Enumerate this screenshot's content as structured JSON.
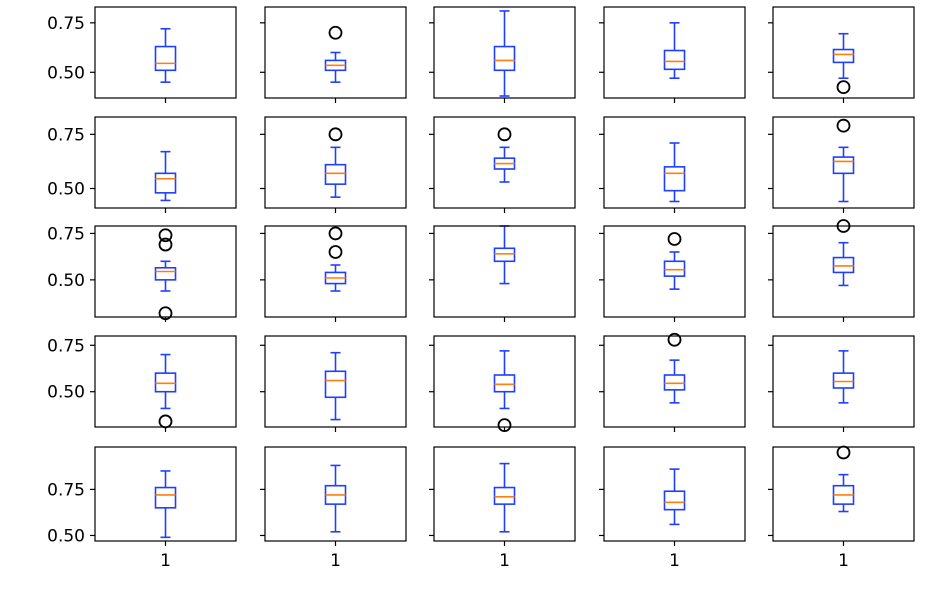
{
  "chart_data": {
    "type": "box",
    "layout": {
      "rows": 5,
      "cols": 5
    },
    "x_tick_label": "1",
    "y_tick_labels": [
      "0.50",
      "0.75"
    ],
    "colors": {
      "box": "#1f3fff",
      "median": "#ff7f0e",
      "outlier": "#000000",
      "frame": "#000000",
      "background": "#ffffff"
    },
    "subplots": [
      {
        "row": 1,
        "col": 1,
        "ylim": [
          0.37,
          0.83
        ],
        "whislo": 0.45,
        "q1": 0.51,
        "med": 0.545,
        "q3": 0.63,
        "whishi": 0.72,
        "fliers": []
      },
      {
        "row": 1,
        "col": 2,
        "ylim": [
          0.37,
          0.83
        ],
        "whislo": 0.45,
        "q1": 0.51,
        "med": 0.535,
        "q3": 0.56,
        "whishi": 0.6,
        "fliers": [
          0.7
        ]
      },
      {
        "row": 1,
        "col": 3,
        "ylim": [
          0.37,
          0.83
        ],
        "whislo": 0.38,
        "q1": 0.51,
        "med": 0.56,
        "q3": 0.63,
        "whishi": 0.81,
        "fliers": []
      },
      {
        "row": 1,
        "col": 4,
        "ylim": [
          0.37,
          0.83
        ],
        "whislo": 0.47,
        "q1": 0.515,
        "med": 0.555,
        "q3": 0.61,
        "whishi": 0.75,
        "fliers": []
      },
      {
        "row": 1,
        "col": 5,
        "ylim": [
          0.37,
          0.83
        ],
        "whislo": 0.47,
        "q1": 0.55,
        "med": 0.59,
        "q3": 0.615,
        "whishi": 0.695,
        "fliers": [
          0.425
        ]
      },
      {
        "row": 2,
        "col": 1,
        "ylim": [
          0.41,
          0.83
        ],
        "whislo": 0.445,
        "q1": 0.48,
        "med": 0.545,
        "q3": 0.57,
        "whishi": 0.67,
        "fliers": []
      },
      {
        "row": 2,
        "col": 2,
        "ylim": [
          0.41,
          0.83
        ],
        "whislo": 0.46,
        "q1": 0.52,
        "med": 0.57,
        "q3": 0.61,
        "whishi": 0.69,
        "fliers": [
          0.75
        ]
      },
      {
        "row": 2,
        "col": 3,
        "ylim": [
          0.41,
          0.83
        ],
        "whislo": 0.53,
        "q1": 0.59,
        "med": 0.615,
        "q3": 0.64,
        "whishi": 0.69,
        "fliers": [
          0.75
        ]
      },
      {
        "row": 2,
        "col": 4,
        "ylim": [
          0.41,
          0.83
        ],
        "whislo": 0.44,
        "q1": 0.49,
        "med": 0.57,
        "q3": 0.6,
        "whishi": 0.71,
        "fliers": []
      },
      {
        "row": 2,
        "col": 5,
        "ylim": [
          0.41,
          0.83
        ],
        "whislo": 0.44,
        "q1": 0.57,
        "med": 0.625,
        "q3": 0.645,
        "whishi": 0.69,
        "fliers": [
          0.79
        ]
      },
      {
        "row": 3,
        "col": 1,
        "ylim": [
          0.3,
          0.79
        ],
        "whislo": 0.44,
        "q1": 0.5,
        "med": 0.545,
        "q3": 0.565,
        "whishi": 0.6,
        "fliers": [
          0.32,
          0.69,
          0.74
        ]
      },
      {
        "row": 3,
        "col": 2,
        "ylim": [
          0.3,
          0.79
        ],
        "whislo": 0.44,
        "q1": 0.48,
        "med": 0.51,
        "q3": 0.54,
        "whishi": 0.58,
        "fliers": [
          0.65,
          0.75
        ]
      },
      {
        "row": 3,
        "col": 3,
        "ylim": [
          0.3,
          0.79
        ],
        "whislo": 0.48,
        "q1": 0.6,
        "med": 0.64,
        "q3": 0.67,
        "whishi": 0.79,
        "fliers": []
      },
      {
        "row": 3,
        "col": 4,
        "ylim": [
          0.3,
          0.79
        ],
        "whislo": 0.45,
        "q1": 0.52,
        "med": 0.555,
        "q3": 0.6,
        "whishi": 0.65,
        "fliers": [
          0.72
        ]
      },
      {
        "row": 3,
        "col": 5,
        "ylim": [
          0.3,
          0.79
        ],
        "whislo": 0.47,
        "q1": 0.54,
        "med": 0.575,
        "q3": 0.62,
        "whishi": 0.7,
        "fliers": [
          0.79
        ]
      },
      {
        "row": 4,
        "col": 1,
        "ylim": [
          0.31,
          0.8
        ],
        "whislo": 0.41,
        "q1": 0.5,
        "med": 0.545,
        "q3": 0.6,
        "whishi": 0.7,
        "fliers": [
          0.34
        ]
      },
      {
        "row": 4,
        "col": 2,
        "ylim": [
          0.31,
          0.8
        ],
        "whislo": 0.35,
        "q1": 0.47,
        "med": 0.56,
        "q3": 0.61,
        "whishi": 0.71,
        "fliers": []
      },
      {
        "row": 4,
        "col": 3,
        "ylim": [
          0.31,
          0.8
        ],
        "whislo": 0.41,
        "q1": 0.5,
        "med": 0.54,
        "q3": 0.59,
        "whishi": 0.72,
        "fliers": [
          0.32
        ]
      },
      {
        "row": 4,
        "col": 4,
        "ylim": [
          0.31,
          0.8
        ],
        "whislo": 0.44,
        "q1": 0.51,
        "med": 0.545,
        "q3": 0.59,
        "whishi": 0.67,
        "fliers": [
          0.78
        ]
      },
      {
        "row": 4,
        "col": 5,
        "ylim": [
          0.31,
          0.8
        ],
        "whislo": 0.44,
        "q1": 0.52,
        "med": 0.555,
        "q3": 0.6,
        "whishi": 0.72,
        "fliers": []
      },
      {
        "row": 5,
        "col": 1,
        "ylim": [
          0.47,
          0.98
        ],
        "whislo": 0.49,
        "q1": 0.65,
        "med": 0.72,
        "q3": 0.76,
        "whishi": 0.85,
        "fliers": []
      },
      {
        "row": 5,
        "col": 2,
        "ylim": [
          0.47,
          0.98
        ],
        "whislo": 0.52,
        "q1": 0.67,
        "med": 0.72,
        "q3": 0.77,
        "whishi": 0.88,
        "fliers": []
      },
      {
        "row": 5,
        "col": 3,
        "ylim": [
          0.47,
          0.98
        ],
        "whislo": 0.52,
        "q1": 0.67,
        "med": 0.71,
        "q3": 0.76,
        "whishi": 0.89,
        "fliers": []
      },
      {
        "row": 5,
        "col": 4,
        "ylim": [
          0.47,
          0.98
        ],
        "whislo": 0.56,
        "q1": 0.64,
        "med": 0.68,
        "q3": 0.74,
        "whishi": 0.86,
        "fliers": []
      },
      {
        "row": 5,
        "col": 5,
        "ylim": [
          0.47,
          0.98
        ],
        "whislo": 0.63,
        "q1": 0.67,
        "med": 0.72,
        "q3": 0.77,
        "whishi": 0.83,
        "fliers": [
          0.95
        ]
      }
    ]
  }
}
